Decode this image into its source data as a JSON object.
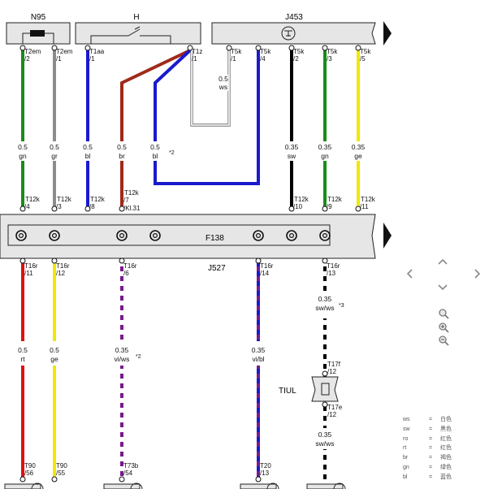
{
  "components": {
    "n95": "N95",
    "h": "H",
    "j453": "J453",
    "f138": "F138",
    "j527": "J527",
    "tiul": "TIUL"
  },
  "connectors_top": [
    {
      "id": "c1",
      "name": "T2em",
      "pin": "/2"
    },
    {
      "id": "c2",
      "name": "T2em",
      "pin": "/1"
    },
    {
      "id": "c3",
      "name": "T1aa",
      "pin": "/1"
    },
    {
      "id": "c4",
      "name": "T1z",
      "pin": "/1"
    },
    {
      "id": "c5",
      "name": "T5k",
      "pin": "/1"
    },
    {
      "id": "c6",
      "name": "T5k",
      "pin": "/4"
    },
    {
      "id": "c7",
      "name": "T5k",
      "pin": "/2"
    },
    {
      "id": "c8",
      "name": "T5k",
      "pin": "/3"
    },
    {
      "id": "c9",
      "name": "T5k",
      "pin": "/5"
    }
  ],
  "wire_labels_upper": [
    {
      "id": "w1",
      "size": "0.5",
      "color": "gn"
    },
    {
      "id": "w2",
      "size": "0.5",
      "color": "gr"
    },
    {
      "id": "w3",
      "size": "0.5",
      "color": "bl"
    },
    {
      "id": "w4",
      "size": "0.5",
      "color": "br"
    },
    {
      "id": "w5",
      "size": "0.5",
      "color": "bl"
    },
    {
      "id": "w6",
      "size": "0.35",
      "color": "sw"
    },
    {
      "id": "w7",
      "size": "0.35",
      "color": "gn"
    },
    {
      "id": "w8",
      "size": "0.35",
      "color": "ge"
    }
  ],
  "ws_label": {
    "size": "0.5",
    "color": "ws"
  },
  "note_star2_upper": "*2",
  "connectors_mid": [
    {
      "id": "m1",
      "name": "T12k",
      "pin": "/4"
    },
    {
      "id": "m2",
      "name": "T12k",
      "pin": "/3"
    },
    {
      "id": "m3",
      "name": "T12k",
      "pin": "/8"
    },
    {
      "id": "m4",
      "name": "T12k",
      "pin": "/7"
    },
    {
      "id": "m4b",
      "name": "",
      "pin": "/Kl.31"
    },
    {
      "id": "m5",
      "name": "T12k",
      "pin": "/10"
    },
    {
      "id": "m6",
      "name": "T12k",
      "pin": "/9"
    },
    {
      "id": "m7",
      "name": "T12k",
      "pin": "/11"
    }
  ],
  "connectors_lower_top": [
    {
      "id": "l1",
      "name": "T16r",
      "pin": "/11"
    },
    {
      "id": "l2",
      "name": "T16r",
      "pin": "/12"
    },
    {
      "id": "l3",
      "name": "T16r",
      "pin": "/6"
    },
    {
      "id": "l4",
      "name": "T16r",
      "pin": "/14"
    },
    {
      "id": "l5",
      "name": "T16r",
      "pin": "/13"
    }
  ],
  "wire_labels_lower": [
    {
      "id": "x1",
      "size": "0.5",
      "color": "rt"
    },
    {
      "id": "x2",
      "size": "0.5",
      "color": "ge"
    },
    {
      "id": "x3",
      "size": "0.35",
      "color": "vi/ws"
    },
    {
      "id": "x4",
      "size": "0.35",
      "color": "vi/bl"
    }
  ],
  "note_star2_lower": "*2",
  "sw_ws_upper": {
    "size": "0.35",
    "color": "sw/ws",
    "note": "*3"
  },
  "sw_ws_lower": {
    "size": "0.35",
    "color": "sw/ws"
  },
  "tiul_connectors": [
    {
      "id": "t1",
      "name": "T17f",
      "pin": "/12"
    },
    {
      "id": "t2",
      "name": "T17e",
      "pin": "/12"
    }
  ],
  "connectors_bottom": [
    {
      "id": "b1",
      "name": "T90",
      "pin": "/56"
    },
    {
      "id": "b2",
      "name": "T90",
      "pin": "/55"
    },
    {
      "id": "b3",
      "name": "T73b",
      "pin": "/54"
    },
    {
      "id": "b4",
      "name": "T20",
      "pin": "/13"
    }
  ],
  "legend": [
    {
      "code": "ws",
      "eq": "=",
      "name": "白色"
    },
    {
      "code": "sw",
      "eq": "=",
      "name": "黑色"
    },
    {
      "code": "ro",
      "eq": "=",
      "name": "红色"
    },
    {
      "code": "rt",
      "eq": "=",
      "name": "红色"
    },
    {
      "code": "br",
      "eq": "=",
      "name": "褐色"
    },
    {
      "code": "gn",
      "eq": "=",
      "name": "绿色"
    },
    {
      "code": "bl",
      "eq": "=",
      "name": "蓝色"
    }
  ],
  "colors": {
    "green": "#1a8c1a",
    "gray": "#8c8c8c",
    "blue": "#1a1acc",
    "brown": "#a02a1a",
    "black": "#000000",
    "yellow": "#f0e800",
    "red": "#e01010",
    "violet": "#7a1a8c",
    "box": "#e6e6e6"
  }
}
